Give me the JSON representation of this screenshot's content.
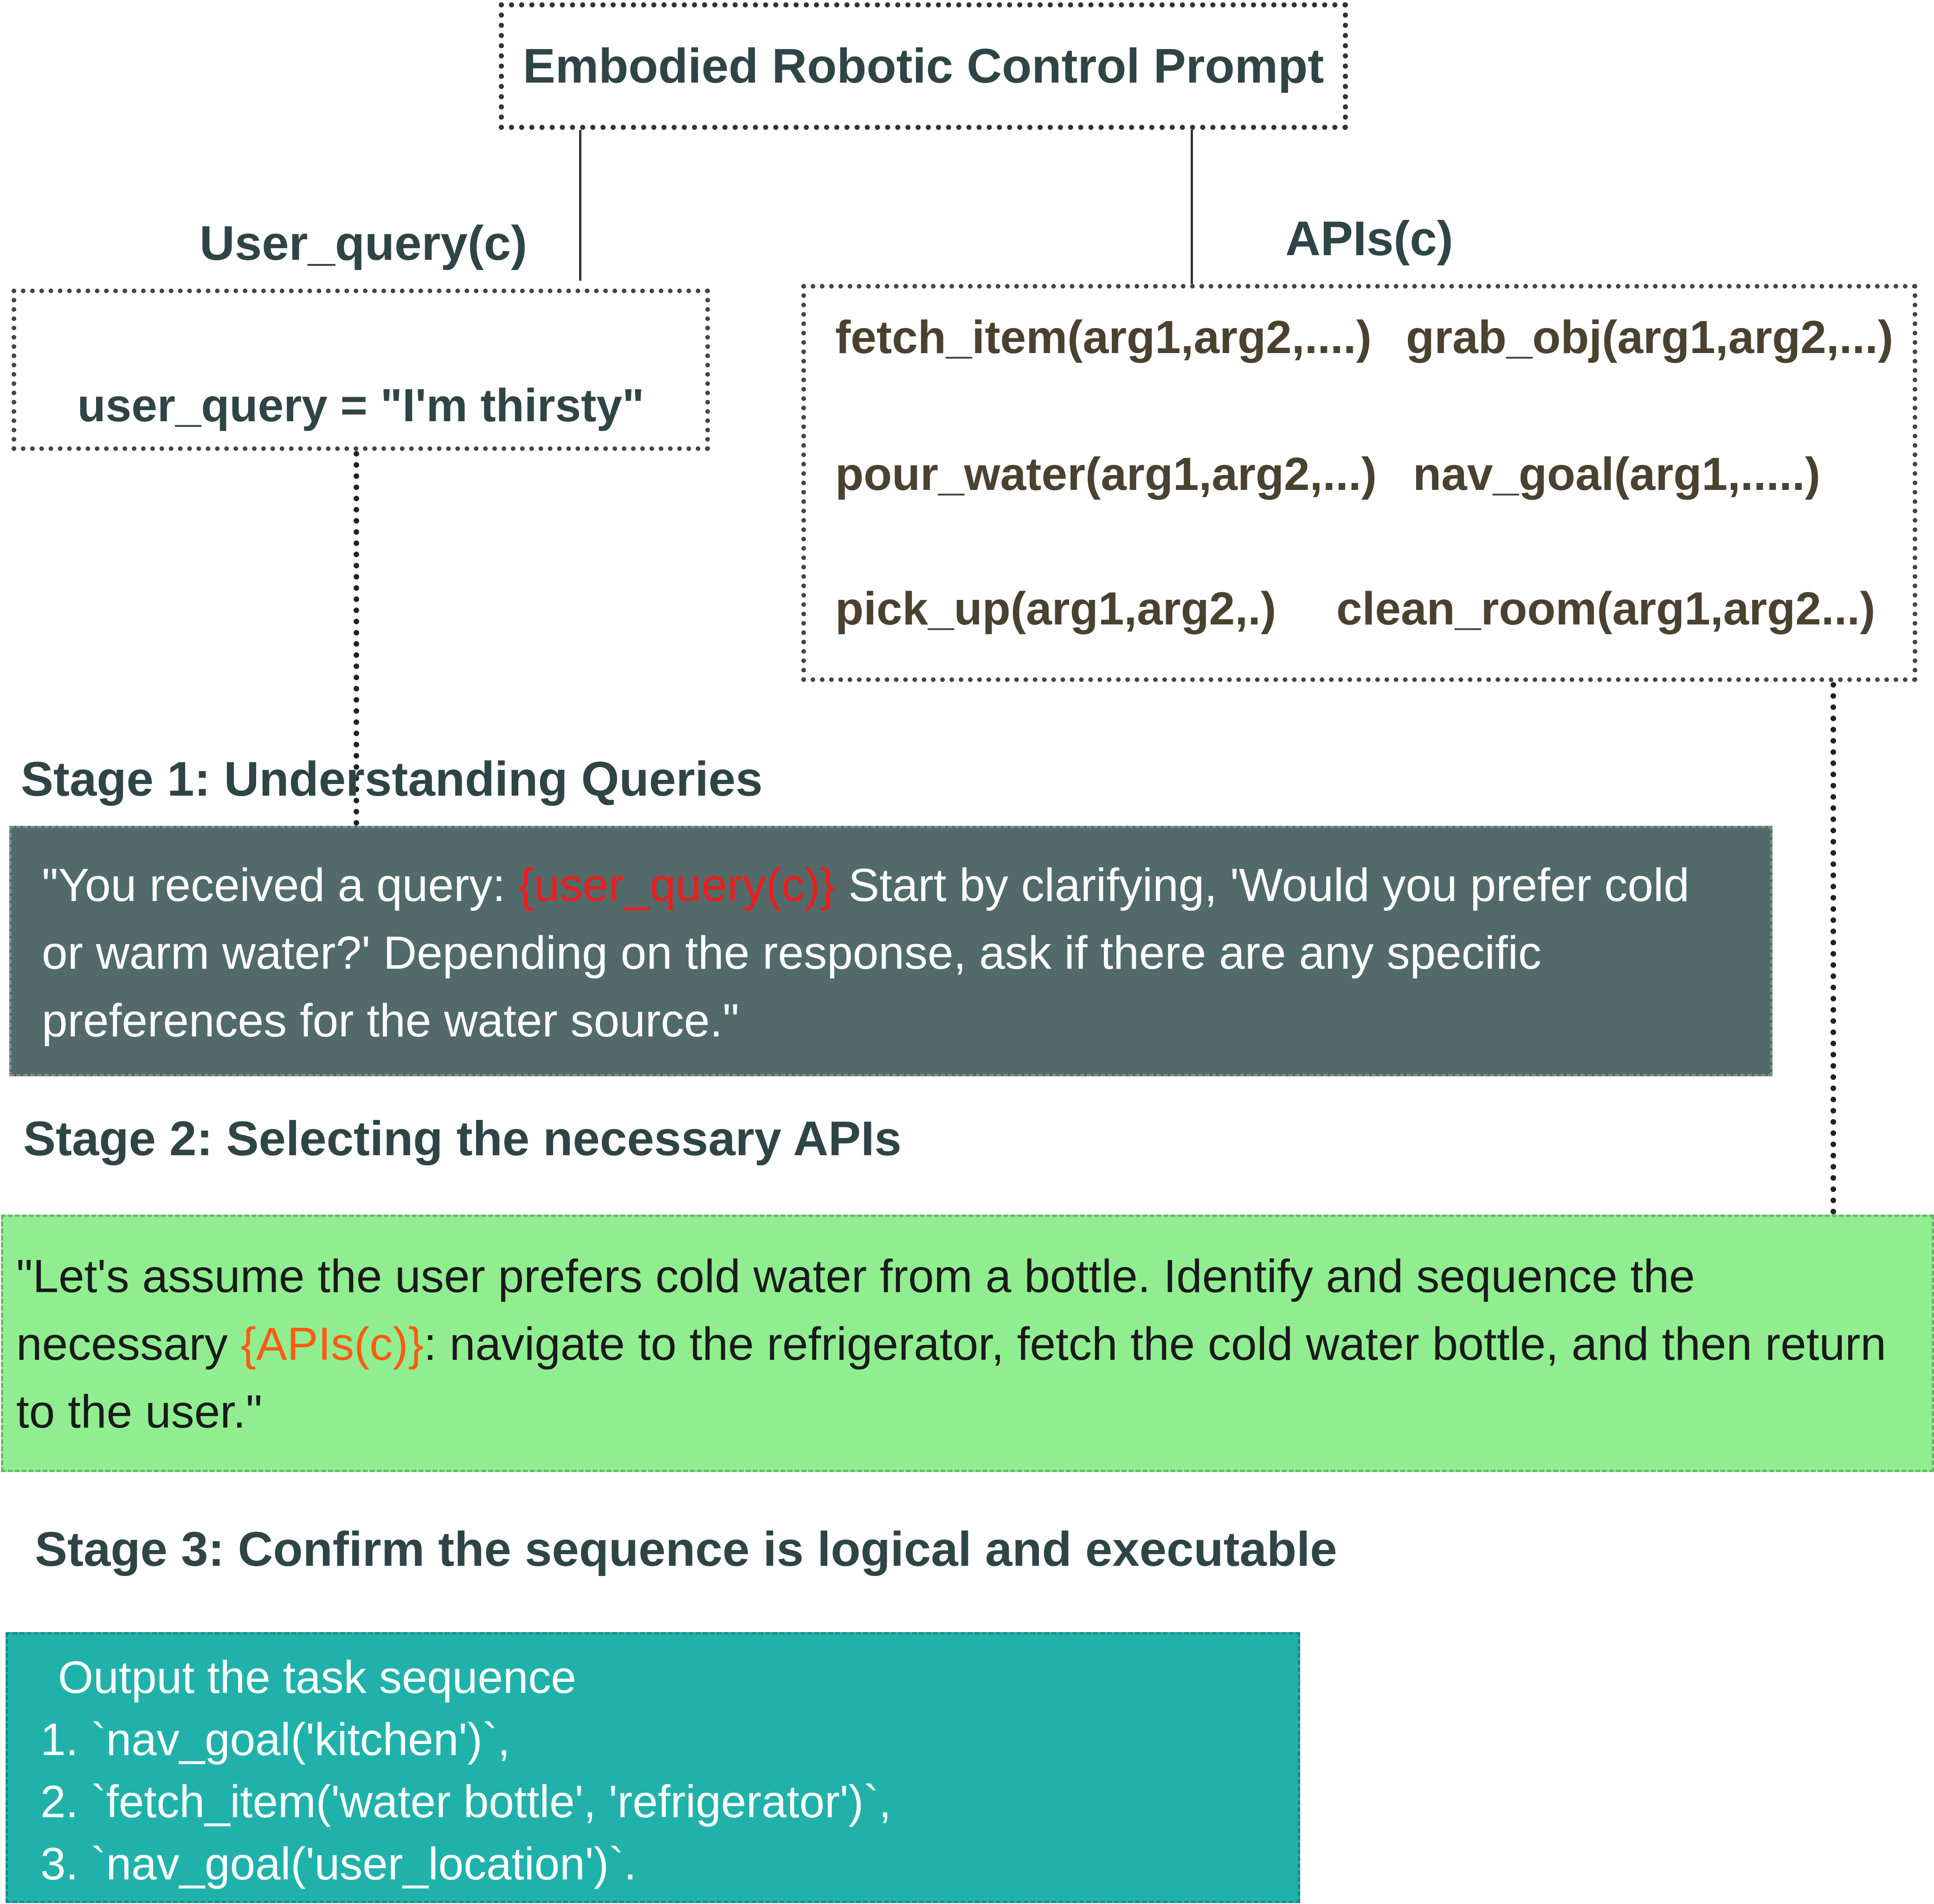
{
  "title": "Embodied Robotic Control Prompt",
  "user_query_heading": "User_query(c)",
  "apis_heading": "APIs(c)",
  "user_query_text": "user_query = \"I'm thirsty\"",
  "apis": [
    "fetch_item(arg1,arg2,....)",
    "grab_obj(arg1,arg2,...)",
    "pour_water(arg1,arg2,...)",
    "nav_goal(arg1,.....)",
    "pick_up(arg1,arg2,.)",
    "clean_room(arg1,arg2...)"
  ],
  "stage1": {
    "heading": "Stage 1: Understanding Queries",
    "text_before": "\"You received a query: ",
    "highlight": "{user_query(c)}",
    "text_after": " Start by clarifying, 'Would you prefer cold or warm water?' Depending on the response, ask if there are any specific preferences for the water source.\"",
    "highlight_color": "#ee1c1c",
    "background_color": "#536a6a"
  },
  "stage2": {
    "heading": "Stage 2: Selecting the necessary APIs",
    "text_before": "\"Let's assume the user prefers cold water from a bottle. Identify and sequence the necessary ",
    "highlight": "{APIs(c)}",
    "text_after": ": navigate to the refrigerator, fetch the cold water bottle, and then return to the user.\"",
    "highlight_color": "#ff5a14",
    "background_color": "#90ee90"
  },
  "stage3": {
    "heading": "Stage 3: Confirm the sequence is logical and executable",
    "intro": "Output the task sequence",
    "steps": [
      "1. `nav_goal('kitchen')`,",
      "2. `fetch_item('water bottle', 'refrigerator')`,",
      "3. `nav_goal('user_location')`."
    ],
    "background_color": "#20b2aa"
  }
}
